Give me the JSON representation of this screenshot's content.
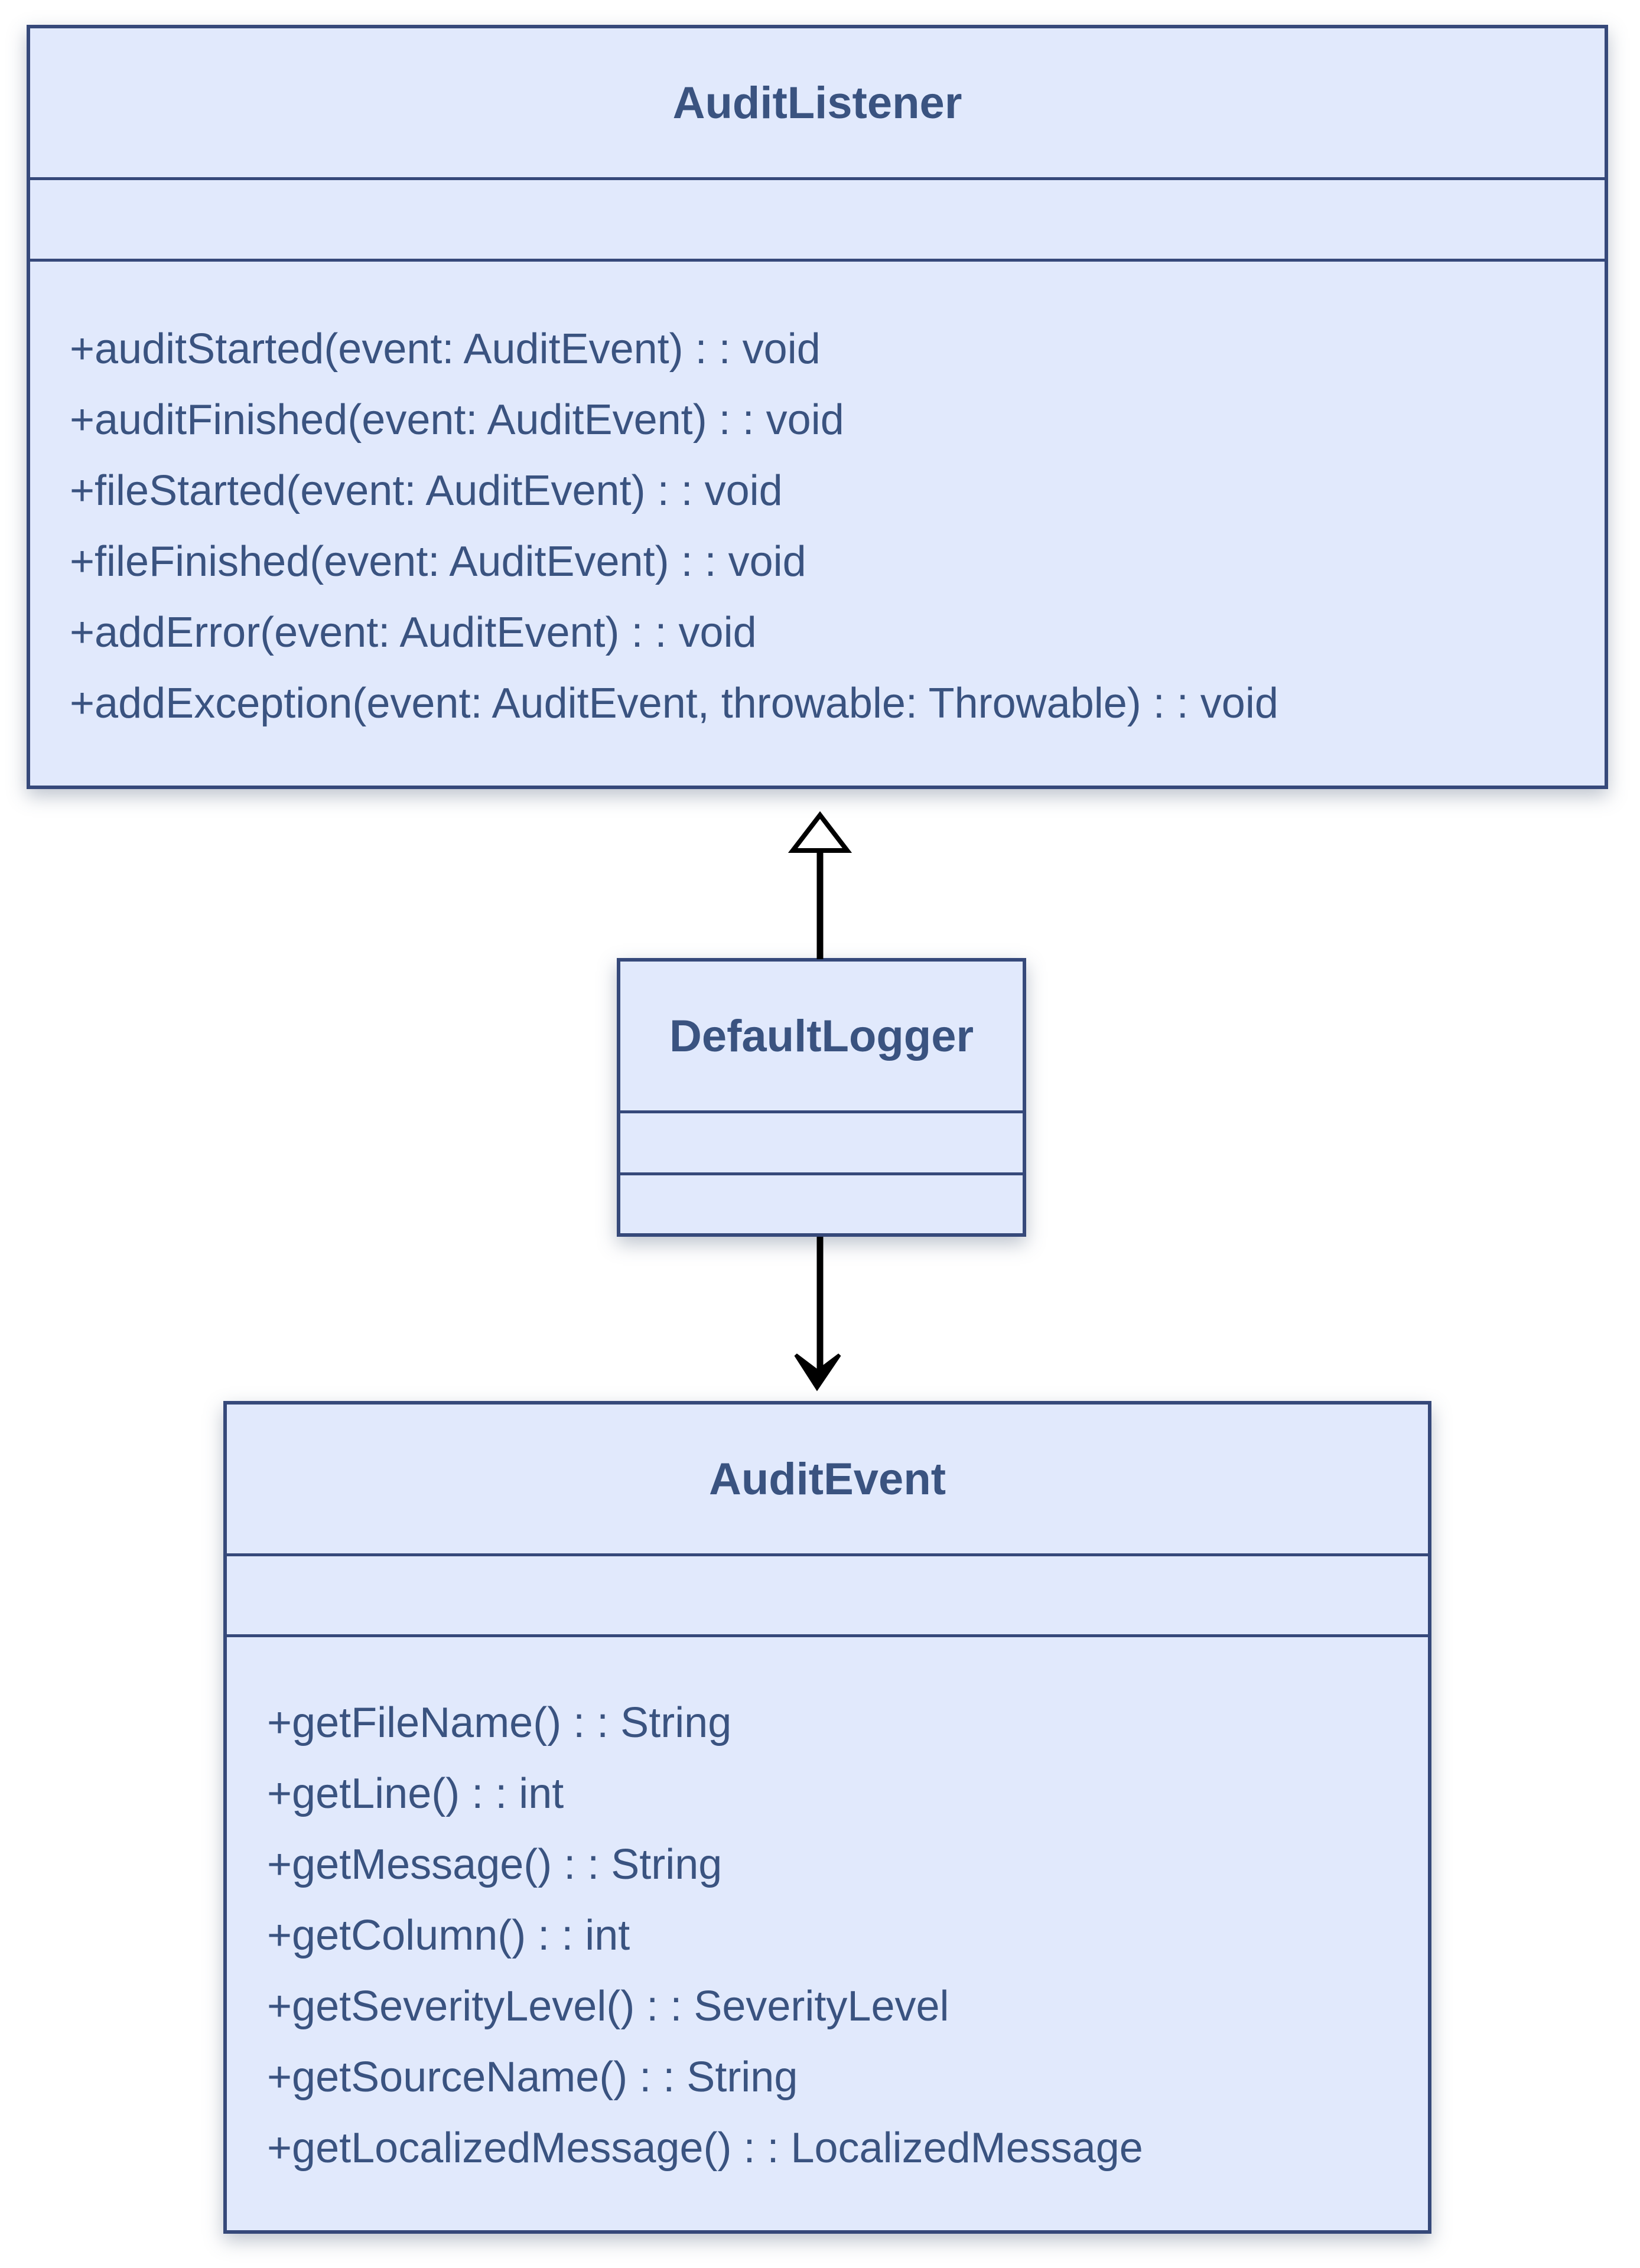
{
  "diagram": {
    "type": "uml-class-diagram",
    "classes": [
      {
        "name": "AuditListener",
        "attributes": [],
        "methods": [
          "+auditStarted(event: AuditEvent) : : void",
          "+auditFinished(event: AuditEvent) : : void",
          "+fileStarted(event: AuditEvent) : : void",
          "+fileFinished(event: AuditEvent) : : void",
          "+addError(event: AuditEvent) : : void",
          "+addException(event: AuditEvent, throwable: Throwable) : : void"
        ]
      },
      {
        "name": "DefaultLogger",
        "attributes": [],
        "methods": []
      },
      {
        "name": "AuditEvent",
        "attributes": [],
        "methods": [
          "+getFileName() : : String",
          "+getLine() : : int",
          "+getMessage() : : String",
          "+getColumn() : : int",
          "+getSeverityLevel() : : SeverityLevel",
          "+getSourceName() : : String",
          "+getLocalizedMessage() : : LocalizedMessage"
        ]
      }
    ],
    "relations": [
      {
        "from": "DefaultLogger",
        "to": "AuditListener",
        "type": "generalization",
        "arrowhead": "hollow-triangle"
      },
      {
        "from": "DefaultLogger",
        "to": "AuditEvent",
        "type": "directed-association",
        "arrowhead": "open-barbed"
      }
    ],
    "colors": {
      "box_fill": "#e1e9fc",
      "box_border": "#36497a",
      "text": "#3a5380",
      "arrow": "#000000",
      "page_background": "#ffffff"
    }
  }
}
